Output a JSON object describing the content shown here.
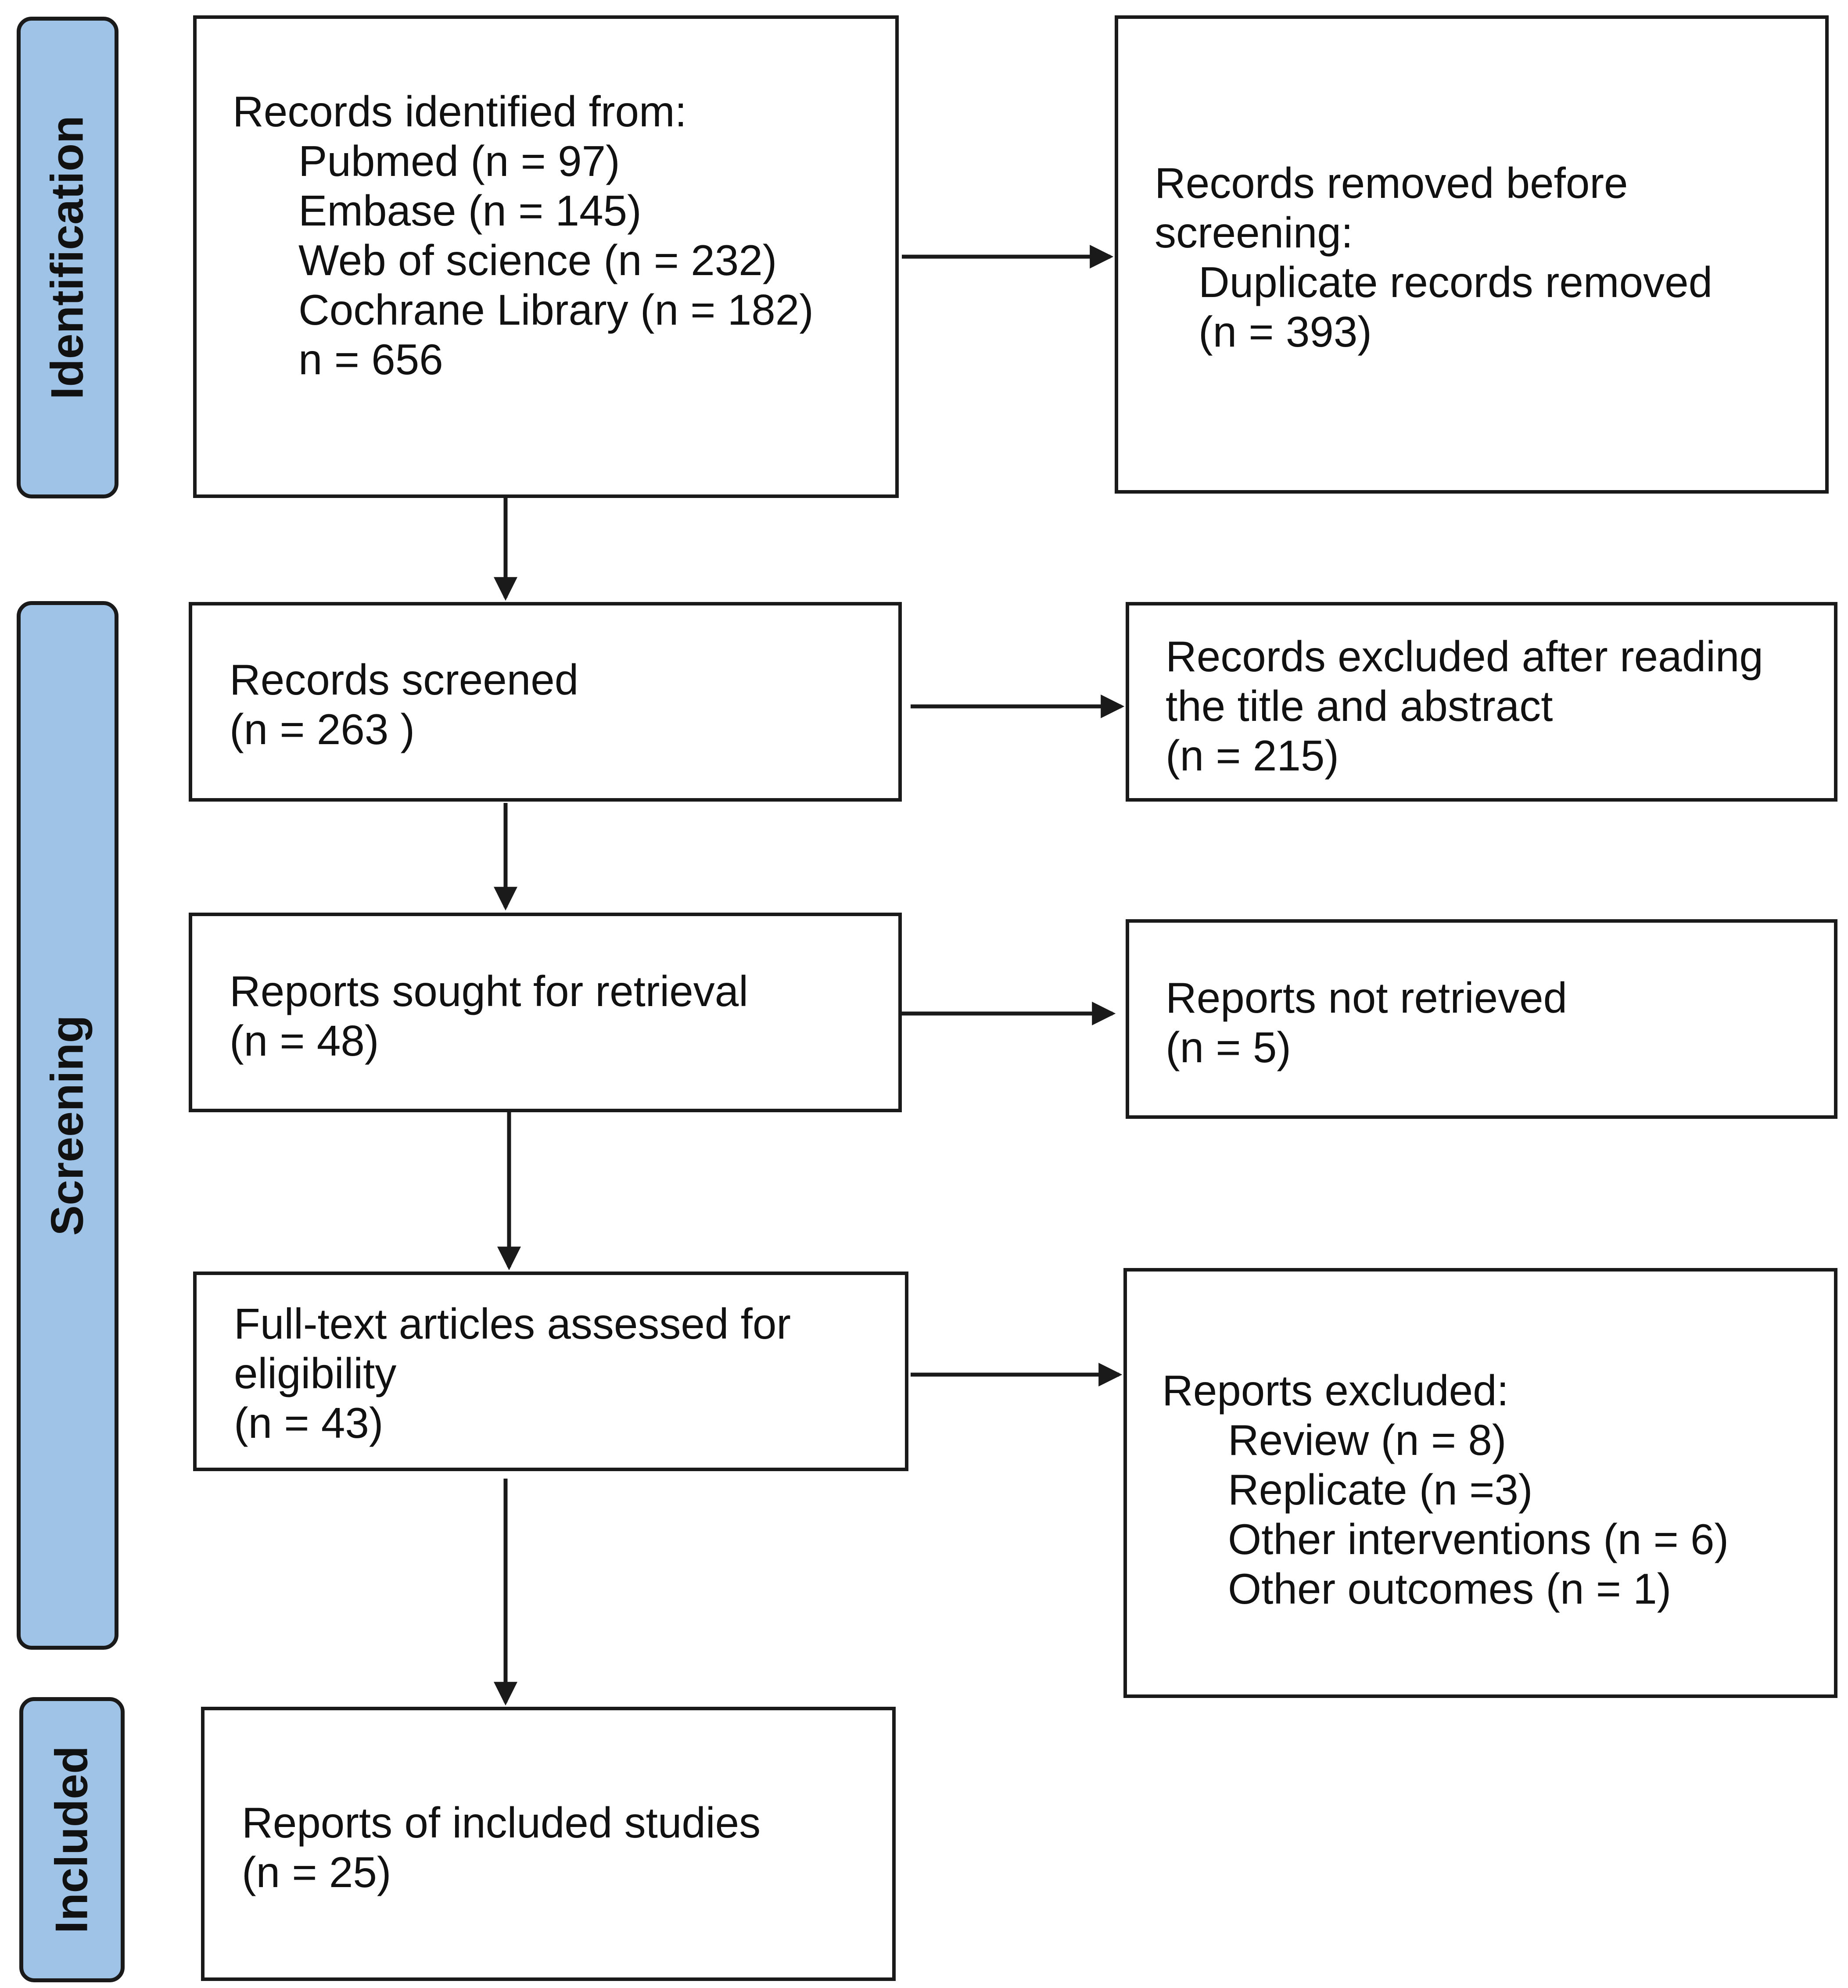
{
  "phases": {
    "identification": "Identification",
    "screening": "Screening",
    "included": "Included"
  },
  "boxes": {
    "identified": {
      "heading": "Records identified from:",
      "sources": [
        "Pubmed (n = 97)",
        "Embase (n = 145)",
        "Web of science (n = 232)",
        "Cochrane Library (n = 182)",
        "n = 656"
      ]
    },
    "removed": {
      "line1": "Records removed before",
      "line2": "screening:",
      "line3": "Duplicate records removed",
      "line4": "(n = 393)"
    },
    "screened": {
      "line1": "Records screened",
      "line2": "(n = 263 )"
    },
    "excluded_title": {
      "line1": "Records excluded after reading",
      "line2": "the title and abstract",
      "line3": "(n = 215)"
    },
    "sought": {
      "line1": "Reports sought for retrieval",
      "line2": "(n = 48)"
    },
    "not_retrieved": {
      "line1": "Reports not retrieved",
      "line2": "(n = 5)"
    },
    "assessed": {
      "line1": "Full-text articles assessed for",
      "line2": "eligibility",
      "line3": "(n = 43)"
    },
    "reports_excluded": {
      "heading": "Reports excluded:",
      "reasons": [
        "Review (n = 8)",
        "Replicate (n =3)",
        "Other interventions (n = 6)",
        "Other outcomes (n = 1)"
      ]
    },
    "included": {
      "line1": "Reports of included studies",
      "line2": "(n = 25)"
    }
  },
  "colors": {
    "phase_fill": "#9fc2e7",
    "stroke": "#1a1a1a"
  }
}
